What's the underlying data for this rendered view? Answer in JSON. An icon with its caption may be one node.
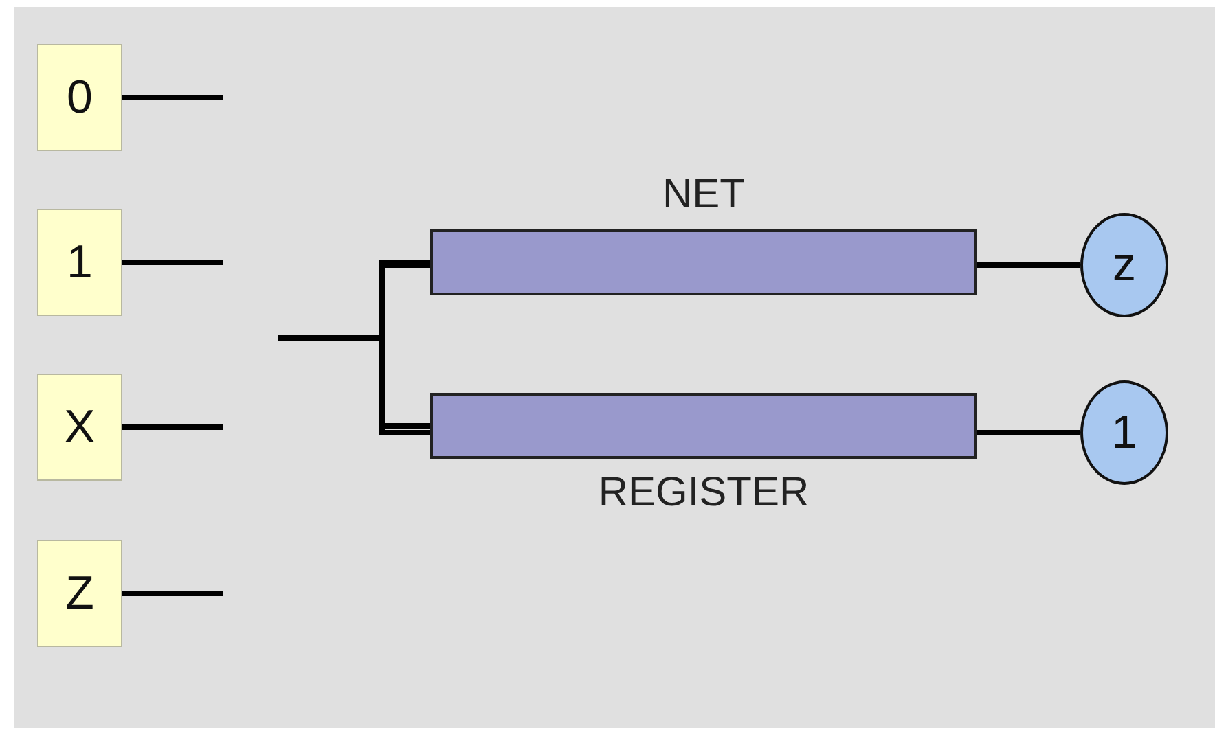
{
  "diagram": {
    "nodes": [
      {
        "text": [
          "0"
        ]
      },
      {
        "text": [
          "1"
        ]
      },
      {
        "text": [
          "X"
        ]
      },
      {
        "text": [
          "Z"
        ]
      },
      {
        "text": [
          "NET"
        ]
      },
      {
        "text": [
          "z"
        ]
      },
      {
        "text": [
          "REGISTER"
        ]
      },
      {
        "text": [
          "1"
        ]
      }
    ],
    "edges": [
      {
        "from": 0,
        "to": null,
        "arrow": "none"
      },
      {
        "from": 1,
        "to": null,
        "arrow": "none"
      },
      {
        "from": 2,
        "to": null,
        "arrow": "none"
      },
      {
        "from": 3,
        "to": null,
        "arrow": "none"
      },
      {
        "from": 4,
        "to": 5,
        "arrow": "none"
      },
      {
        "from": 6,
        "to": 7,
        "arrow": "none"
      },
      {
        "from": null,
        "to": 4,
        "arrow": "none"
      },
      {
        "from": null,
        "to": 6,
        "arrow": "none"
      }
    ]
  }
}
